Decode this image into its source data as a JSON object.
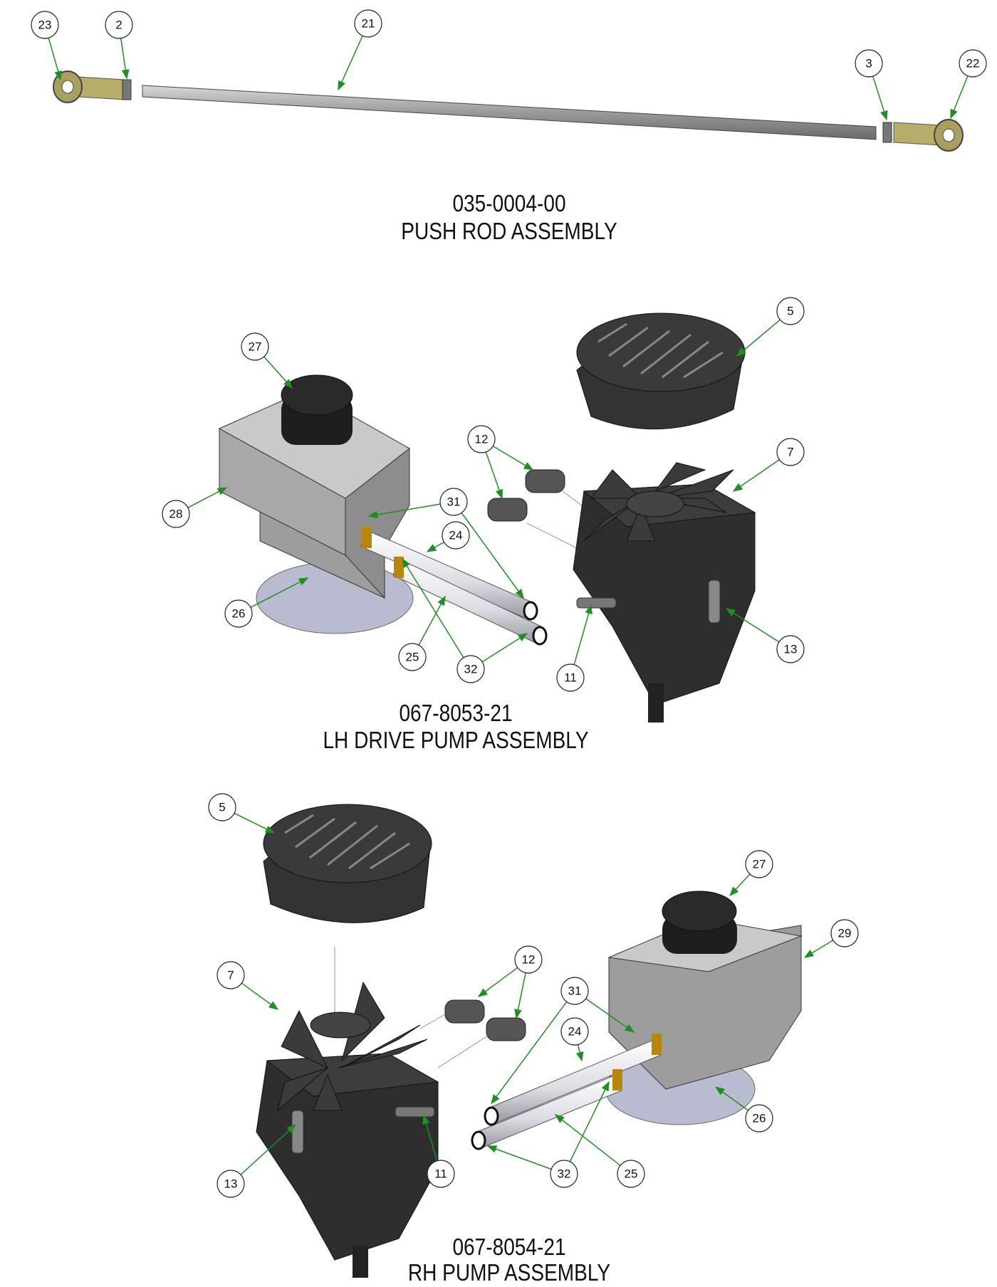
{
  "colors": {
    "leader": "#1f8f1f",
    "part_dark": "#2e2e2e",
    "housing_gray": "#a9a9a9",
    "tube": "#e8e8ee"
  },
  "push_rod": {
    "part_number": "035-0004-00",
    "title": "PUSH ROD ASSEMBLY",
    "balloons": [
      "23",
      "2",
      "21",
      "3",
      "22"
    ]
  },
  "lh_pump": {
    "part_number": "067-8053-21",
    "title": "LH DRIVE PUMP ASSEMBLY",
    "balloons": [
      "27",
      "5",
      "12",
      "7",
      "31",
      "28",
      "24",
      "26",
      "13",
      "25",
      "32",
      "11"
    ]
  },
  "rh_pump": {
    "part_number": "067-8054-21",
    "title": "RH PUMP ASSEMBLY",
    "balloons": [
      "5",
      "27",
      "29",
      "12",
      "7",
      "31",
      "24",
      "26",
      "13",
      "11",
      "32",
      "25"
    ]
  }
}
